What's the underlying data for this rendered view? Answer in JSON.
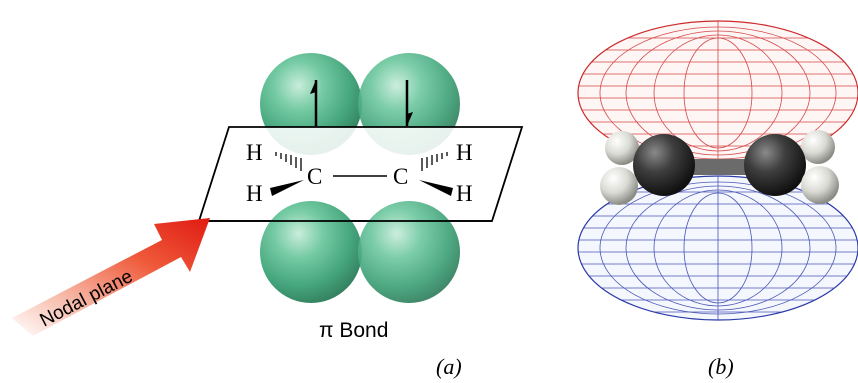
{
  "panel_a": {
    "atoms": {
      "h_top_left": "H",
      "h_bottom_left": "H",
      "h_top_right": "H",
      "h_bottom_right": "H",
      "c_left": "C",
      "c_right": "C"
    },
    "arrow_label": "Nodal plane",
    "bond_label": "π Bond",
    "caption": "(a)"
  },
  "panel_b": {
    "caption": "(b)"
  },
  "colors": {
    "lobe_green": "#3fae7c",
    "arrow_red": "#e8281f",
    "mesh_red": "#cc2a2a",
    "mesh_blue": "#2b3aa8",
    "carbon": "#333333",
    "hydrogen": "#e8e8e2"
  },
  "icons": {
    "spin_up": "arrow-up-half-icon",
    "spin_down": "arrow-down-half-icon"
  }
}
